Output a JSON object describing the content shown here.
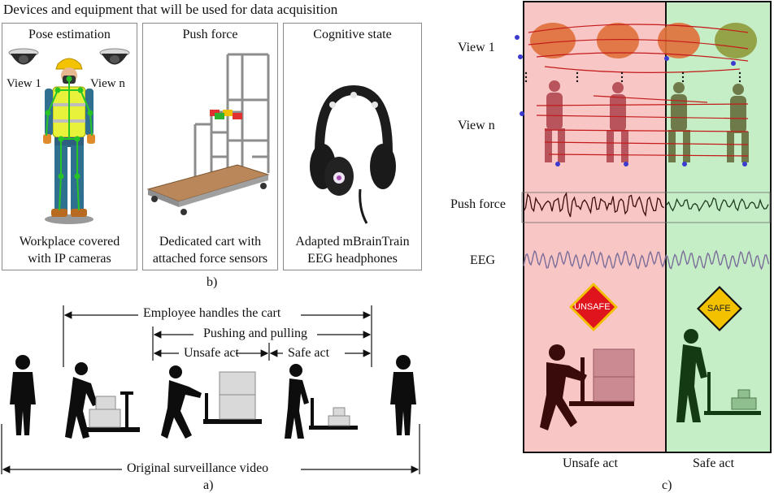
{
  "top_title": "Devices and equipment that will be used for data acquisition",
  "panels": [
    {
      "title": "Pose estimation",
      "caption_line1": "Workplace covered",
      "caption_line2": "with IP cameras",
      "view_left": "View 1",
      "view_right": "View n"
    },
    {
      "title": "Push force",
      "caption_line1": "Dedicated cart with",
      "caption_line2": "attached force sensors"
    },
    {
      "title": "Cognitive state",
      "caption_line1": "Adapted mBrainTrain",
      "caption_line2": "EEG headphones"
    }
  ],
  "label_b": "b)",
  "timeline": {
    "employee_handles": "Employee handles the cart",
    "pushing_pulling": "Pushing and pulling",
    "unsafe_act": "Unsafe  act",
    "safe_act": "Safe act",
    "original_video": "Original surveillance video"
  },
  "label_a": "a)",
  "right_panel": {
    "row_labels": [
      "View 1",
      "View n",
      "Push force",
      "EEG"
    ],
    "unsafe_sign": "UNSAFE",
    "safe_sign": "SAFE",
    "unsafe_caption": "Unsafe act",
    "safe_caption": "Safe act"
  },
  "label_c": "c)",
  "colors": {
    "unsafe_bg": "#f8c6c4",
    "safe_bg": "#c6eec6",
    "unsafe_sign": "#e0141c",
    "safe_sign": "#f2c200"
  }
}
